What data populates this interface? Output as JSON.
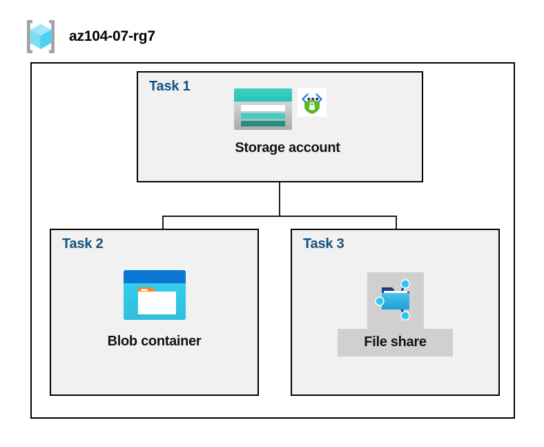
{
  "header": {
    "icon_name": "resource-group-icon",
    "title": "az104-07-rg7"
  },
  "diagram": {
    "type": "hierarchy",
    "container_label": "az104-07-rg7",
    "accent_color": "#12517f",
    "box_fill": "#f1f1f1",
    "border_color": "#000000",
    "highlight_color": "#d0d0d0",
    "nodes": [
      {
        "task_label": "Task 1",
        "caption": "Storage account",
        "icon_name": "storage-account-icon",
        "badge_icon_name": "secure-endpoint-badge-icon",
        "highlighted": false
      },
      {
        "task_label": "Task 2",
        "caption": "Blob container",
        "icon_name": "blob-container-icon",
        "highlighted": false
      },
      {
        "task_label": "Task 3",
        "caption": "File share",
        "icon_name": "file-share-icon",
        "highlighted": true
      }
    ],
    "edges": [
      {
        "from": "Task 1",
        "to": "Task 2"
      },
      {
        "from": "Task 1",
        "to": "Task 3"
      }
    ]
  }
}
